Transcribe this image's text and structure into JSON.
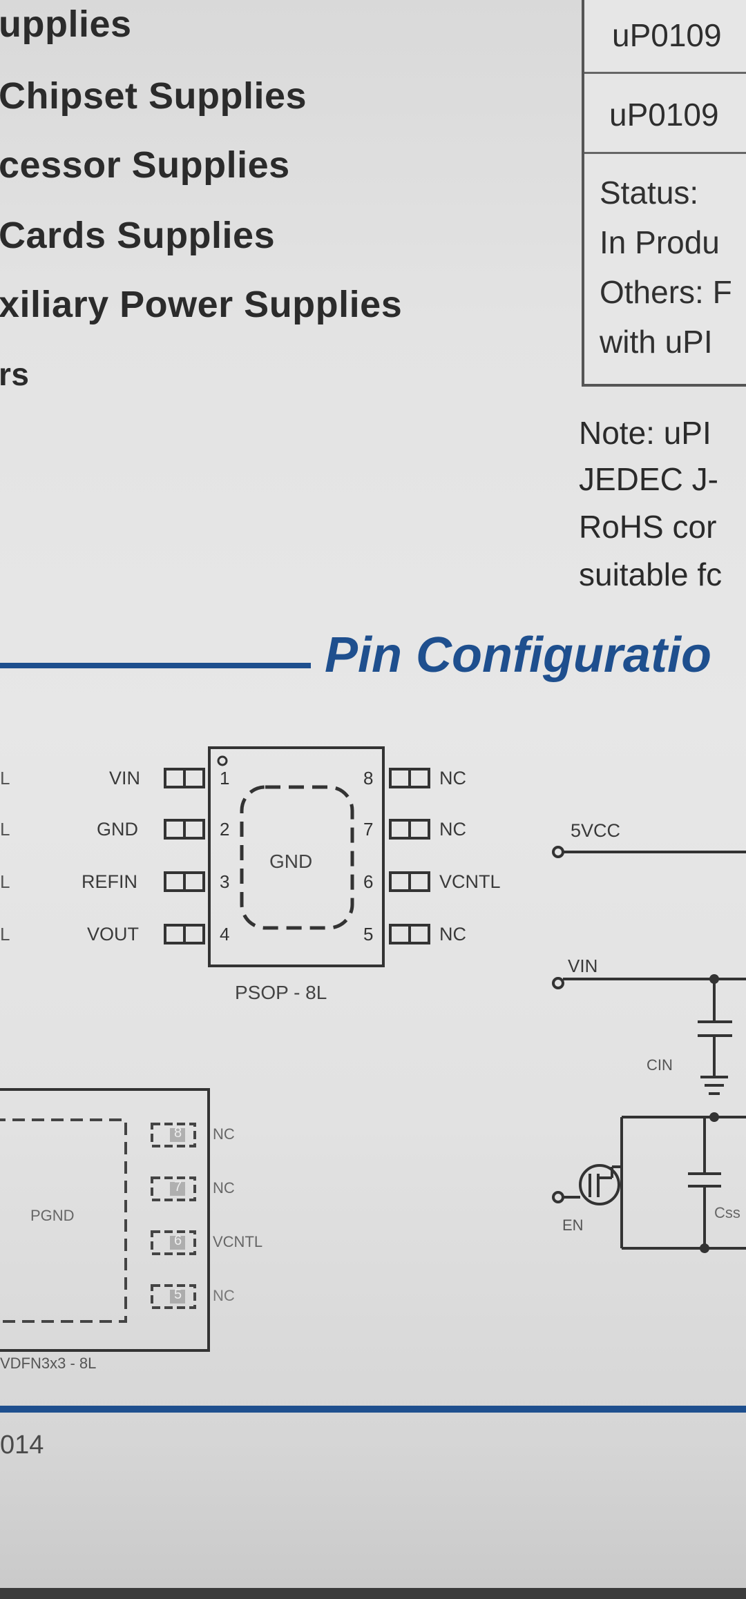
{
  "applications": [
    "upplies",
    "Chipset Supplies",
    "cessor Supplies",
    "Cards Supplies",
    "xiliary Power Supplies",
    "rs"
  ],
  "ordering_table": {
    "row1": "uP0109",
    "row2": "uP0109",
    "status_lines": [
      "Status:",
      "In Produ",
      "Others: F",
      "with uPI"
    ]
  },
  "note_lines": [
    "Note: uPI",
    "JEDEC J-",
    "RoHS cor",
    "suitable fc"
  ],
  "section_title": "Pin Configuratio",
  "psop": {
    "left_pins": [
      {
        "name": "VIN",
        "num": "1"
      },
      {
        "name": "GND",
        "num": "2"
      },
      {
        "name": "REFIN",
        "num": "3"
      },
      {
        "name": "VOUT",
        "num": "4"
      }
    ],
    "right_pins": [
      {
        "name": "NC",
        "num": "8"
      },
      {
        "name": "NC",
        "num": "7"
      },
      {
        "name": "VCNTL",
        "num": "6"
      },
      {
        "name": "NC",
        "num": "5"
      }
    ],
    "pad_label": "GND",
    "package_name": "PSOP - 8L"
  },
  "dfn": {
    "pad_label": "PGND",
    "right_pins": [
      {
        "name": "NC",
        "num": "8"
      },
      {
        "name": "NC",
        "num": "7"
      },
      {
        "name": "VCNTL",
        "num": "6"
      },
      {
        "name": "NC",
        "num": "5"
      }
    ],
    "package_name": "VDFN3x3 - 8L"
  },
  "circuit": {
    "supply_label": "5VCC",
    "vin_label": "VIN",
    "cin_label": "CIN",
    "en_label": "EN",
    "cap_label": "Css"
  },
  "footer_year": "014",
  "left_cut_marks": [
    "L",
    "L",
    "L",
    "L"
  ]
}
